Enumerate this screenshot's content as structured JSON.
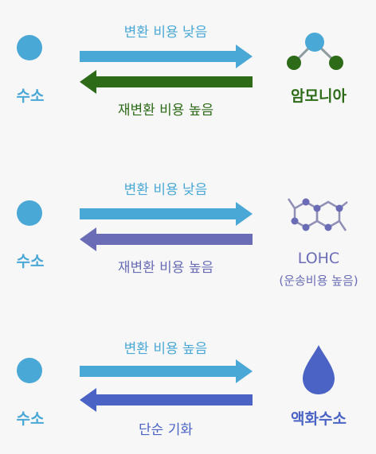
{
  "rows": [
    {
      "source": "수소",
      "forward_caption": "변환 비용 낮음",
      "backward_caption": "재변환 비용 높음",
      "target": "암모니아",
      "target_sub": "",
      "colors": {
        "forward": "#4aa8d6",
        "backward": "#2e6b18",
        "target_text": "#2e6b18",
        "backward_text": "#2e6b18"
      },
      "icon": "ammonia-molecule-icon"
    },
    {
      "source": "수소",
      "forward_caption": "변환 비용 낮음",
      "backward_caption": "재변환 비용 높음",
      "target": "LOHC",
      "target_sub": "(운송비용 높음)",
      "colors": {
        "forward": "#4aa8d6",
        "backward": "#6a6db5",
        "target_text": "#6a6db5",
        "backward_text": "#6a6db5"
      },
      "icon": "lohc-molecule-icon"
    },
    {
      "source": "수소",
      "forward_caption": "변환 비용 높음",
      "backward_caption": "단순 기화",
      "target": "액화수소",
      "target_sub": "",
      "colors": {
        "forward": "#4aa8d6",
        "backward": "#4a63c4",
        "target_text": "#4a63c4",
        "backward_text": "#4a63c4"
      },
      "icon": "liquid-drop-icon"
    }
  ],
  "colors": {
    "hydrogen": "#4aa8d6",
    "background": "#f7f7f7"
  }
}
